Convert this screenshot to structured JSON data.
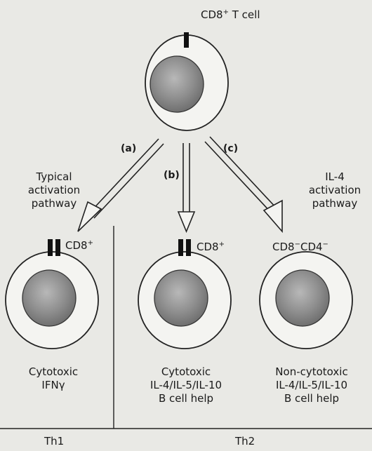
{
  "top_cell": {
    "label": "CD8",
    "label_sup": "+",
    "label_suffix": "T cell"
  },
  "pathways": {
    "a": {
      "letter": "(a)"
    },
    "b": {
      "letter": "(b)"
    },
    "c": {
      "letter": "(c)"
    }
  },
  "side_notes": {
    "left": {
      "line1": "Typical",
      "line2": "activation",
      "line3": "pathway"
    },
    "right": {
      "line1": "IL-4",
      "line2": "activation",
      "line3": "pathway"
    }
  },
  "bottom_cells": [
    {
      "marker": "CD8",
      "marker_sup": "+",
      "line1": "Cytotoxic",
      "line2": "IFNγ",
      "line3": ""
    },
    {
      "marker": "CD8",
      "marker_sup": "+",
      "line1": "Cytotoxic",
      "line2": "IL-4/IL-5/IL-10",
      "line3": "B cell help"
    },
    {
      "marker": "CD8",
      "marker_sup": "−",
      "marker2": "CD4",
      "marker2_sup": "−",
      "line1": "Non-cytotoxic",
      "line2": "IL-4/IL-5/IL-10",
      "line3": "B cell help"
    }
  ],
  "footer": {
    "left": "Th1",
    "right": "Th2"
  }
}
